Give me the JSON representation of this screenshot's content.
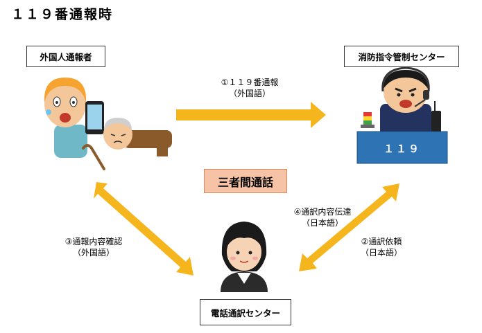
{
  "title": "１１９番通報時",
  "nodes": {
    "foreign_caller": "外国人通報者",
    "dispatch_center": "消防指令管制センター",
    "interpretation_center": "電話通訳センター",
    "console_number": "１１９",
    "three_way_call": "三者間通話"
  },
  "arrows": {
    "a1_line1": "①１１９番通報",
    "a1_line2": "（外国語）",
    "a2_line1": "②通訳依頼",
    "a2_line2": "（日本語）",
    "a3_line1": "③通報内容確認",
    "a3_line2": "（外国語）",
    "a4_line1": "④通訳内容伝達",
    "a4_line2": "（日本語）"
  },
  "colors": {
    "arrow": "#f5b61d",
    "console": "#2e74b5",
    "center_box": "#f6c3a6"
  }
}
